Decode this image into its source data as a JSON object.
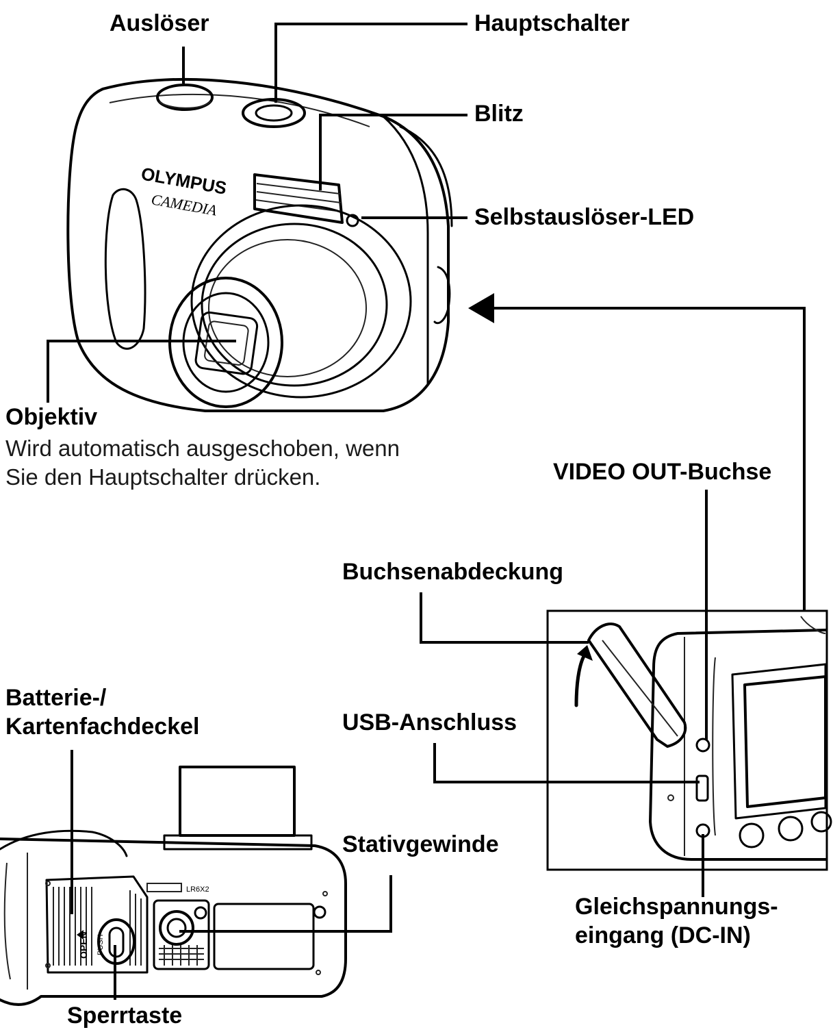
{
  "labels": {
    "shutter_button": "Auslöser",
    "power_switch": "Hauptschalter",
    "flash": "Blitz",
    "self_timer_led": "Selbstauslöser-LED",
    "lens": "Objektiv",
    "lens_note_line1": "Wird automatisch ausgeschoben, wenn",
    "lens_note_line2": "Sie den Hauptschalter drücken.",
    "video_out_jack": "VIDEO OUT-Buchse",
    "connector_cover": "Buchsenabdeckung",
    "usb_connector": "USB-Anschluss",
    "dc_in_line1": "Gleichspannungs-",
    "dc_in_line2": "eingang (DC-IN)",
    "battery_cover_line1": "Batterie-/",
    "battery_cover_line2": "Kartenfachdeckel",
    "tripod_socket": "Stativgewinde",
    "lock_button": "Sperrtaste"
  },
  "camera_markings": {
    "brand": "OLYMPUS",
    "model_line": "CAMEDIA",
    "open_mark": "OPEN",
    "push_mark": "PUSH",
    "battery_type": "LR6X2"
  }
}
